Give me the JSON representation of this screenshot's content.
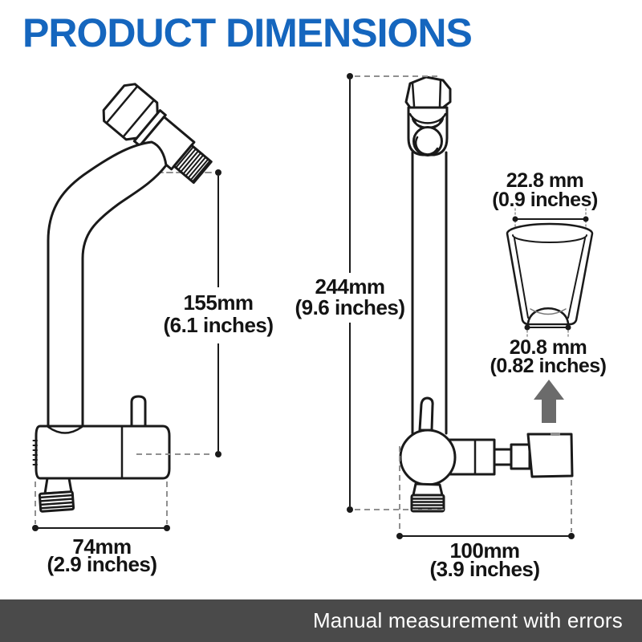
{
  "title": "PRODUCT DIMENSIONS",
  "footer": {
    "note": "Manual measurement with errors"
  },
  "colors": {
    "accent_blue": "#1566be",
    "footer_bg": "#4a4a4a",
    "line_black": "#1a1a1a",
    "helper_gray": "#909090",
    "arrow_gray": "#6b6b6b"
  },
  "diagram": {
    "left_view": {
      "height": {
        "mm": "155mm",
        "inches": "(6.1 inches)"
      },
      "width": {
        "mm": "74mm",
        "inches": "(2.9 inches)"
      }
    },
    "right_view": {
      "height": {
        "mm": "244mm",
        "inches": "(9.6 inches)"
      },
      "width": {
        "mm": "100mm",
        "inches": "(3.9 inches)"
      }
    },
    "holder_detail": {
      "top_diameter": {
        "mm": "22.8 mm",
        "inches": "(0.9 inches)"
      },
      "bottom_diameter": {
        "mm": "20.8 mm",
        "inches": "(0.82 inches)"
      }
    }
  }
}
